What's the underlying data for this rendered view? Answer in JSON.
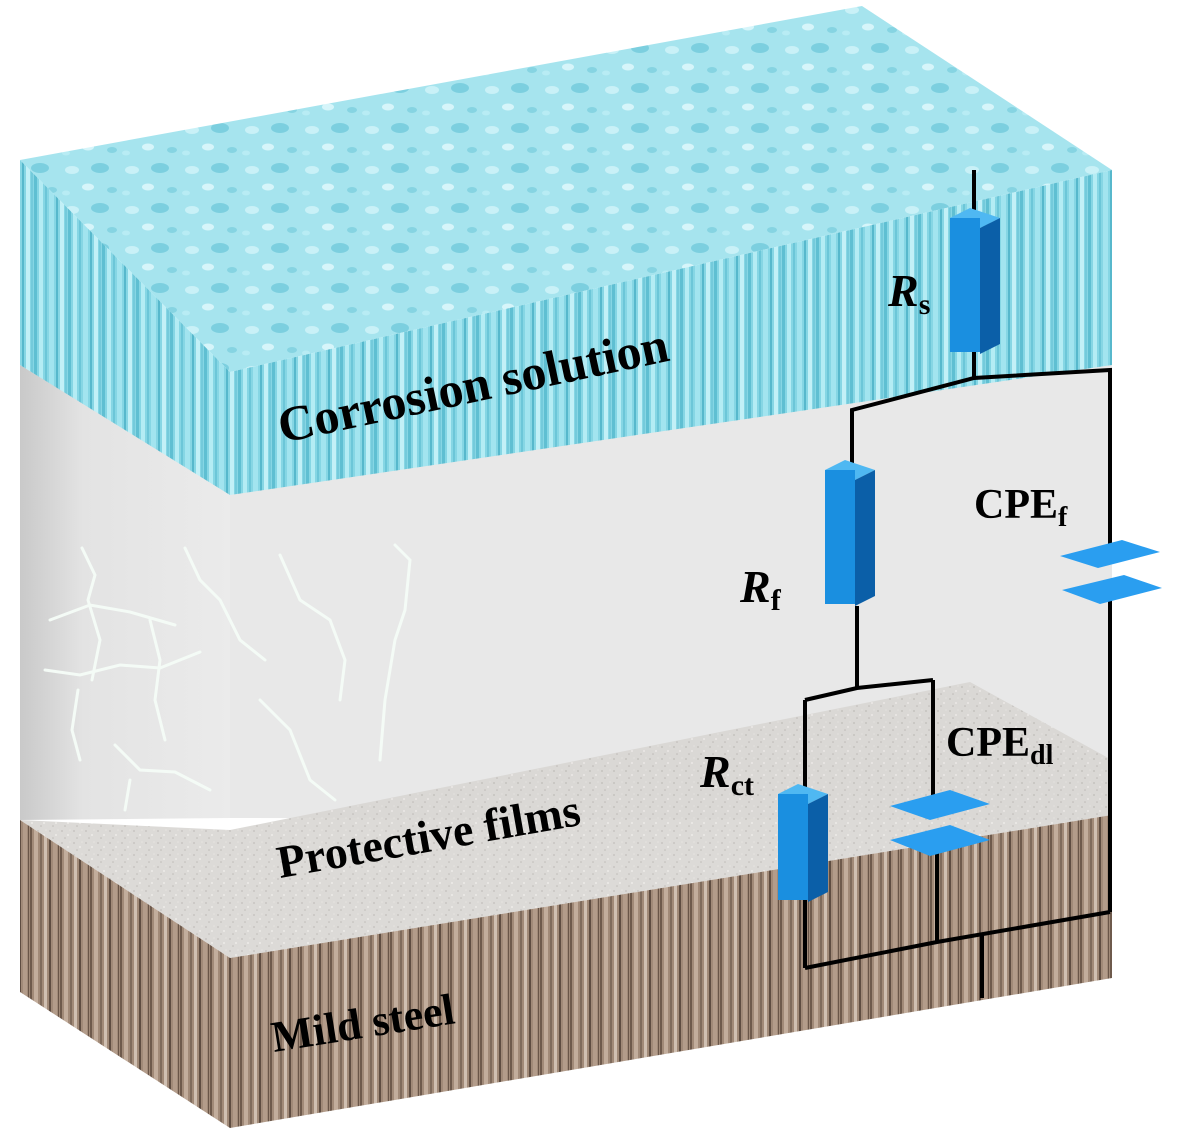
{
  "layers": {
    "solution": "Corrosion solution",
    "films": "Protective films",
    "steel": "Mild steel"
  },
  "components": {
    "rs": {
      "sym": "R",
      "sub": "s"
    },
    "rf": {
      "sym": "R",
      "sub": "f"
    },
    "rct": {
      "sym": "R",
      "sub": "ct"
    },
    "cpef": {
      "sym": "CPE",
      "sub": "f"
    },
    "cpedl": {
      "sym": "CPE",
      "sub": "dl"
    }
  },
  "colors": {
    "resistor_front": "#1a8fe0",
    "resistor_side": "#0b5fa8",
    "resistor_top": "#4fb8f2",
    "plate": "#2a9ef0",
    "water": "#8fd8e6",
    "film": "#e0e0e0",
    "steel": "#9c8574"
  }
}
